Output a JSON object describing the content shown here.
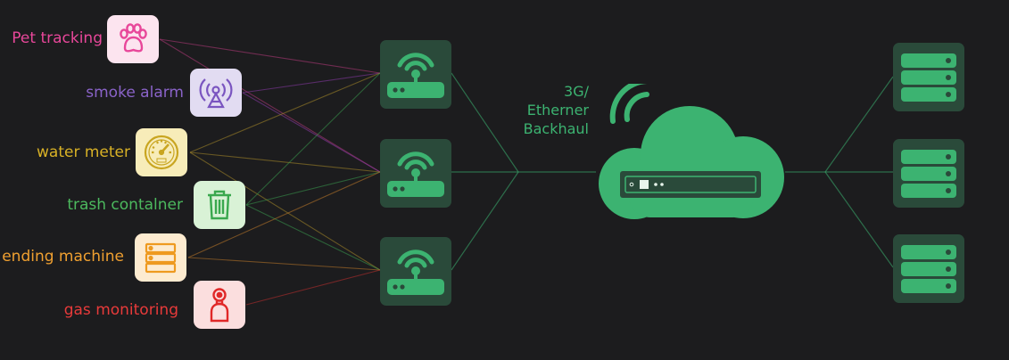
{
  "devices": [
    {
      "label": "Pet tracking",
      "icon": "paw-icon",
      "text_color": "#e8479a",
      "tile_color": "#fce4ef",
      "icon_color": "#e8479a"
    },
    {
      "label": "smoke alarm",
      "icon": "signal-tower-icon",
      "text_color": "#8a63c9",
      "tile_color": "#e2dcf2",
      "icon_color": "#7a55c0"
    },
    {
      "label": "water meter",
      "icon": "gauge-icon",
      "text_color": "#d8b126",
      "tile_color": "#f7ecb9",
      "icon_color": "#c9a520"
    },
    {
      "label": "trash contalner",
      "icon": "trash-can-icon",
      "text_color": "#4cb95e",
      "tile_color": "#d9f2d6",
      "icon_color": "#3aa84e"
    },
    {
      "label": "ending machine",
      "icon": "vending-machine-icon",
      "text_color": "#f0a030",
      "tile_color": "#fdebd0",
      "icon_color": "#ee9a20"
    },
    {
      "label": "gas monitoring",
      "icon": "gas-cylinder-icon",
      "text_color": "#e83a3a",
      "tile_color": "#fbdede",
      "icon_color": "#e02828"
    }
  ],
  "gateways": [
    {
      "icon": "wifi-router-icon"
    },
    {
      "icon": "wifi-router-icon"
    },
    {
      "icon": "wifi-router-icon"
    }
  ],
  "backhaul_label": "3G/\nEtherner\nBackhaul",
  "cloud": {
    "icon": "cloud-server-icon"
  },
  "servers": [
    {
      "icon": "server-stack-icon"
    },
    {
      "icon": "server-stack-icon"
    },
    {
      "icon": "server-stack-icon"
    }
  ],
  "colors": {
    "background": "#1c1c1e",
    "accent_green": "#3cb371",
    "tile_dark": "#2a4a3a"
  }
}
